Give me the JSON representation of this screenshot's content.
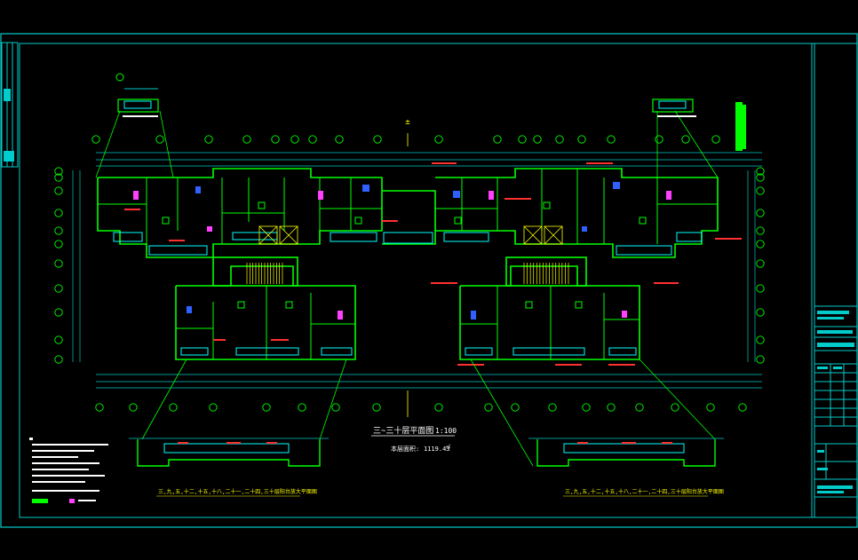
{
  "drawing": {
    "main_title": "三~三十层平面图",
    "scale": "1:100",
    "area_label": "本层面积:",
    "area_value": "1119.43",
    "area_unit": "㎡",
    "detail_left": "三,九,五,十二,十五,十八,二十一,二十四,三十层阳台放大平面图",
    "detail_right": "三,九,五,十二,十五,十八,二十一,二十四,三十层阳台放大平面图",
    "north_mark": "±"
  },
  "colors": {
    "frame": "#00cccc",
    "walls": "#00ff00",
    "dims": "#00c8c8",
    "notes": "#ffffff",
    "accent": "#ffff00",
    "grid_bubble": "#00ff00"
  }
}
